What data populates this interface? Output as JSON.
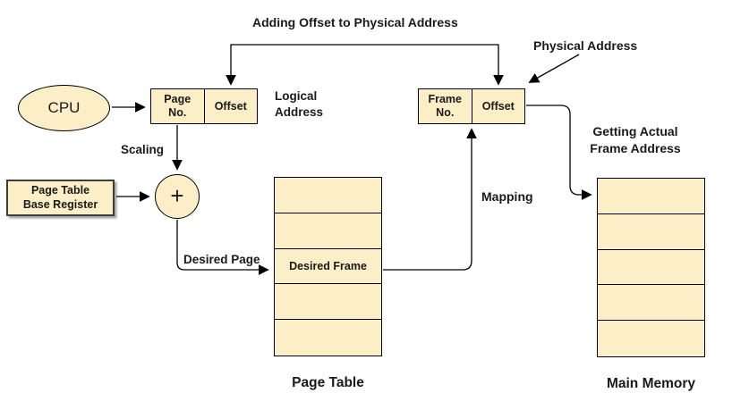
{
  "colors": {
    "background": "#FFFFFF",
    "node_fill": "#FCEEC7",
    "stroke": "#000000"
  },
  "nodes": {
    "cpu": {
      "label": "CPU"
    },
    "logical_address_box": {
      "cells": [
        "Page\nNo.",
        "Offset"
      ]
    },
    "physical_address_box": {
      "cells": [
        "Frame\nNo.",
        "Offset"
      ]
    },
    "page_table_base_register": {
      "label": "Page Table\nBase Register"
    },
    "adder": {
      "label": "+"
    },
    "page_table": {
      "rows": [
        "",
        "",
        "Desired Frame",
        "",
        ""
      ],
      "caption": "Page Table"
    },
    "main_memory": {
      "rows": [
        "",
        "",
        "",
        "",
        ""
      ],
      "caption": "Main Memory"
    }
  },
  "labels": {
    "adding_offset": "Adding Offset to Physical Address",
    "logical_address": "Logical\nAddress",
    "physical_address": "Physical Address",
    "scaling": "Scaling",
    "desired_page": "Desired Page",
    "mapping": "Mapping",
    "getting_actual_frame": "Getting Actual\nFrame Address"
  }
}
